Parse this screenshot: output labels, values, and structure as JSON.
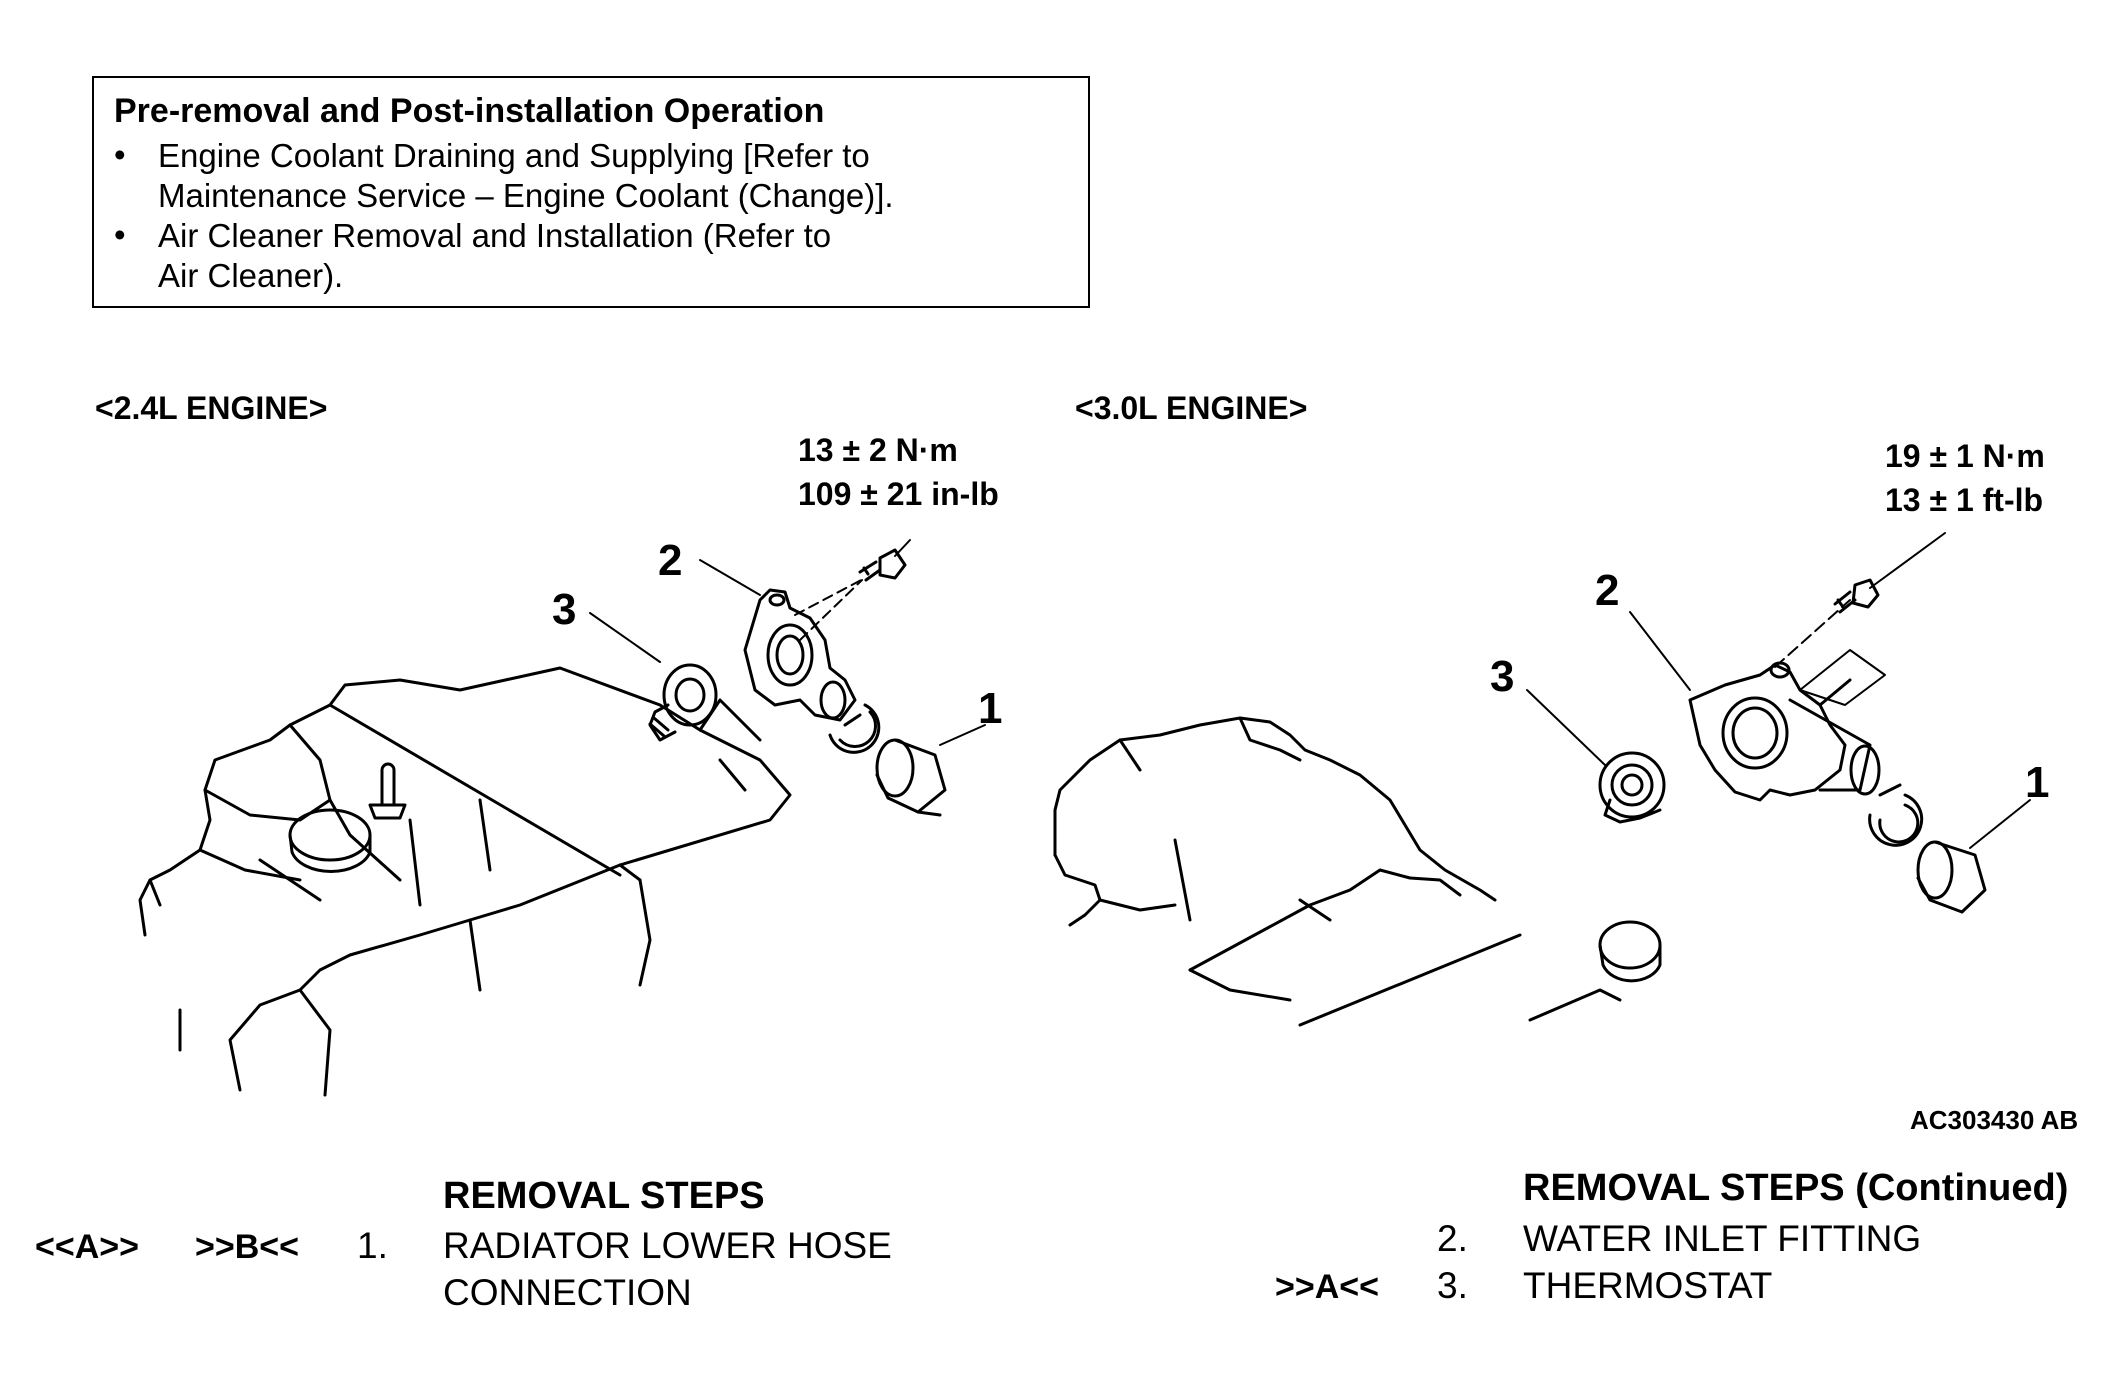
{
  "note": {
    "title": "Pre-removal and Post-installation Operation",
    "bullet_symbol": "•",
    "items": [
      {
        "line1": "Engine Coolant Draining and Supplying [Refer to",
        "line2": "Maintenance Service – Engine Coolant (Change)]."
      },
      {
        "line1": "Air Cleaner Removal and Installation (Refer to",
        "line2": "Air Cleaner)."
      }
    ]
  },
  "engine_24": {
    "label": "<2.4L ENGINE>",
    "torque_line1": "13 ± 2 N·m",
    "torque_line2": "109 ± 21 in-lb",
    "callouts": [
      "1",
      "2",
      "3"
    ]
  },
  "engine_30": {
    "label": "<3.0L ENGINE>",
    "torque_line1": "19 ± 1 N·m",
    "torque_line2": "13 ± 1 ft-lb",
    "callouts": [
      "1",
      "2",
      "3"
    ]
  },
  "figure_id": "AC303430 AB",
  "removal_left": {
    "title": "REMOVAL STEPS",
    "steps": [
      {
        "ref1": "<<A>>",
        "ref2": ">>B<<",
        "num": "1.",
        "line1": "RADIATOR LOWER HOSE",
        "line2": "CONNECTION"
      }
    ]
  },
  "removal_right": {
    "title": "REMOVAL STEPS (Continued)",
    "steps": [
      {
        "ref": "",
        "num": "2.",
        "text": "WATER INLET FITTING"
      },
      {
        "ref": ">>A<<",
        "num": "3.",
        "text": "THERMOSTAT"
      }
    ]
  }
}
